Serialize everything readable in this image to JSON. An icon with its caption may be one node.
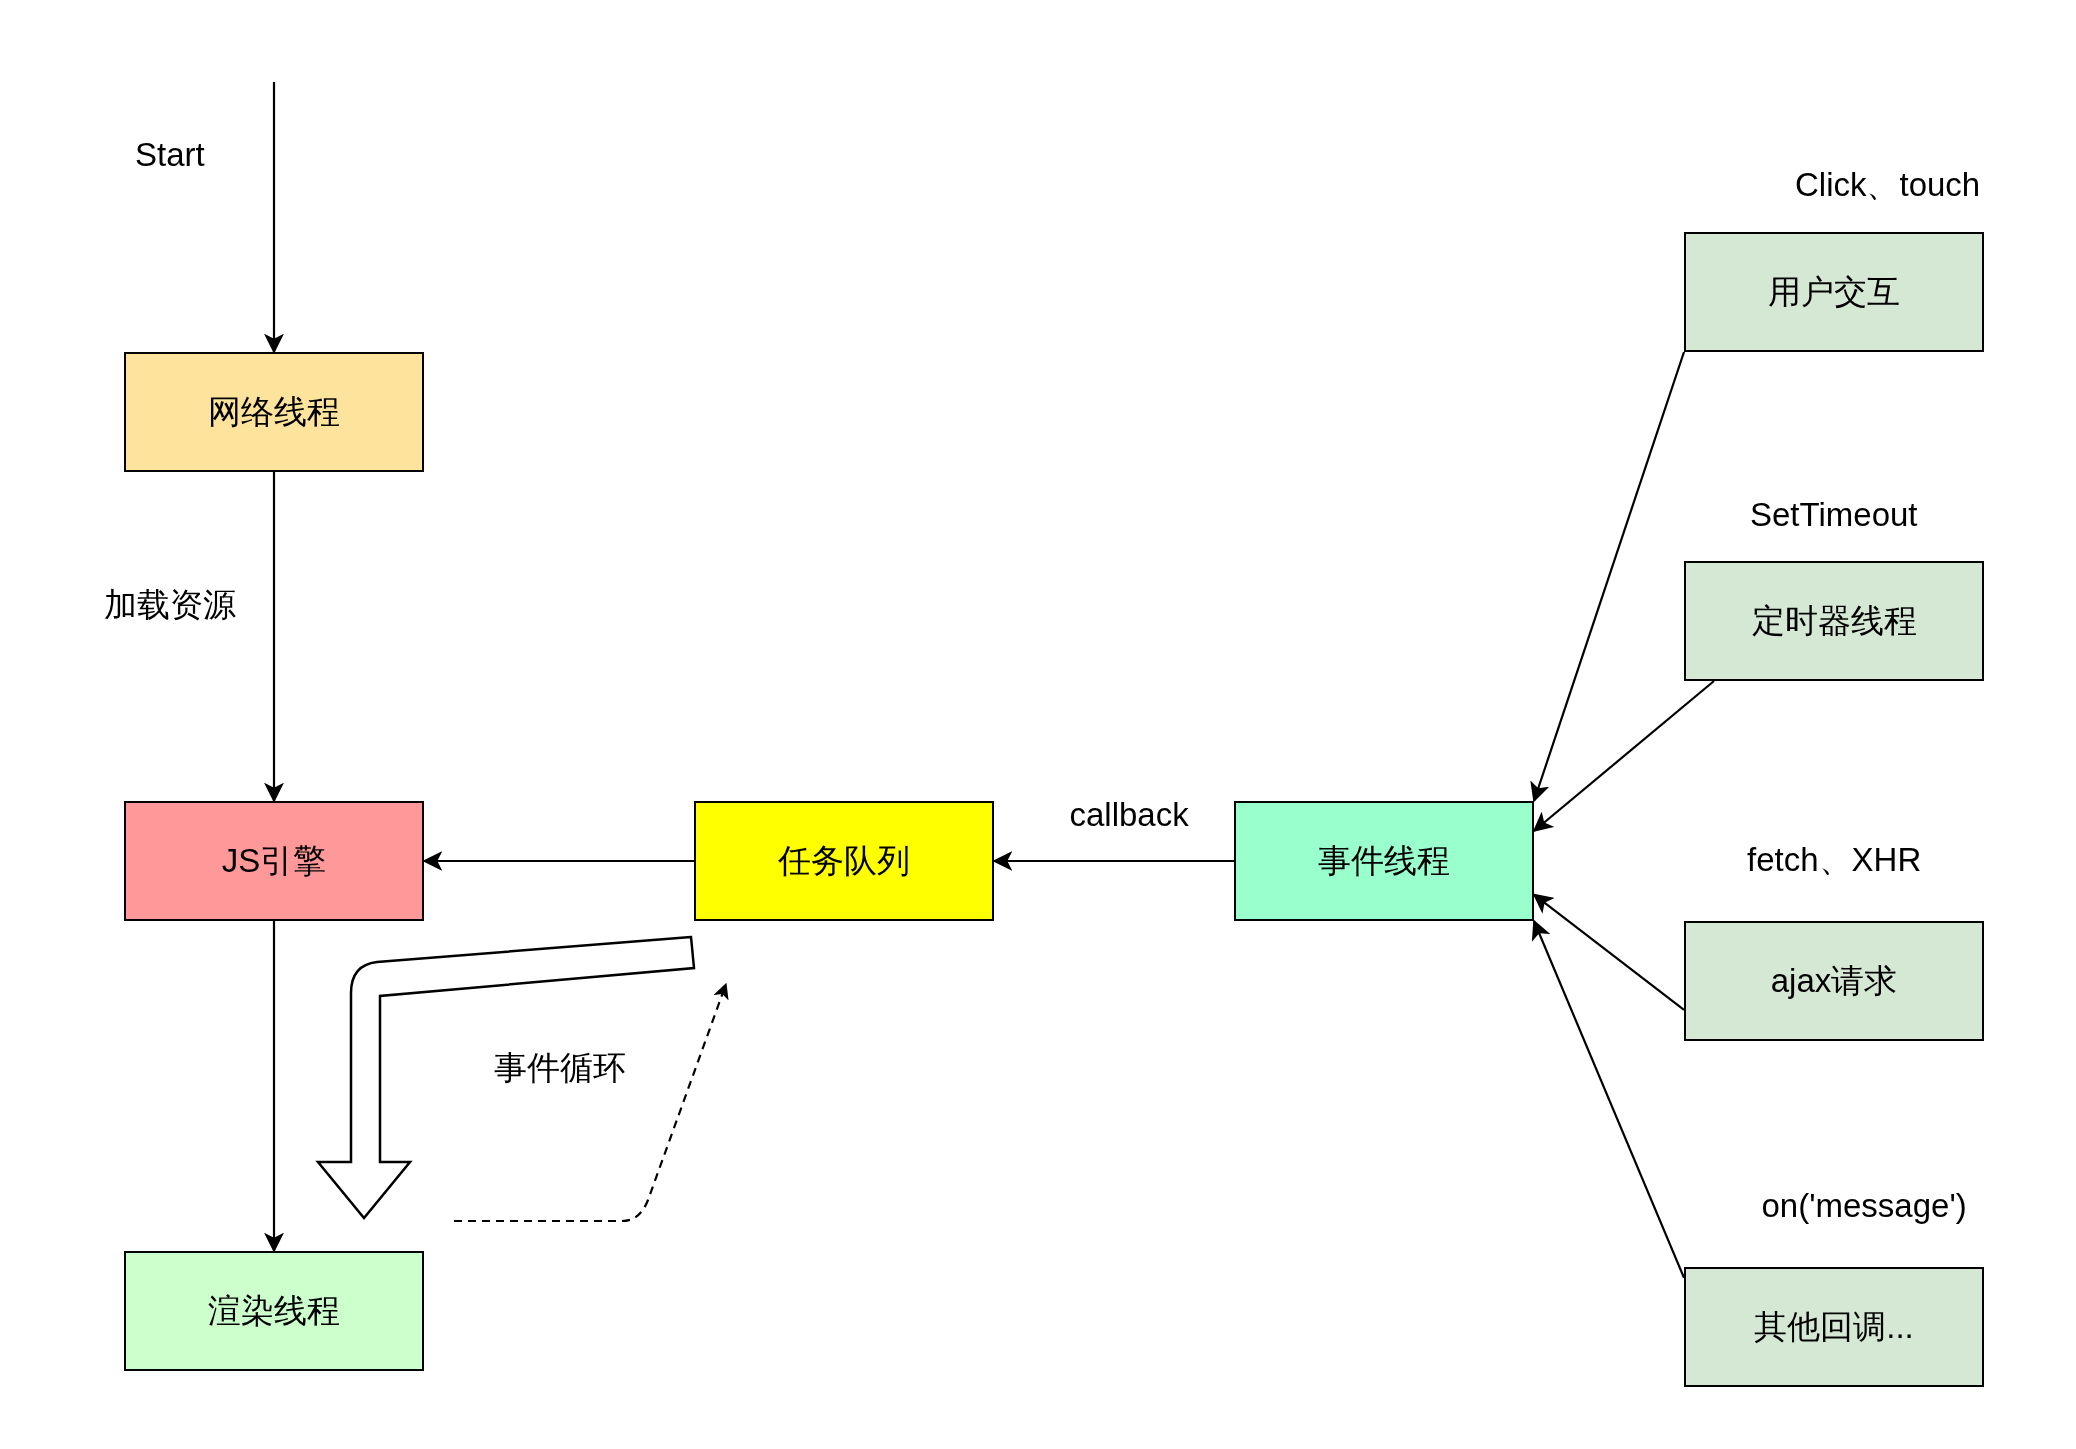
{
  "diagram": {
    "nodes": [
      {
        "text": [
          "网络线程"
        ]
      },
      {
        "text": [
          "JS引擎"
        ]
      },
      {
        "text": [
          "渲染线程"
        ]
      },
      {
        "text": [
          "任务队列"
        ]
      },
      {
        "text": [
          "事件线程"
        ]
      },
      {
        "text": [
          "用户交互"
        ],
        "beside": [
          "Click、touch"
        ]
      },
      {
        "text": [
          "定时器线程"
        ],
        "beside": [
          "SetTimeout"
        ]
      },
      {
        "text": [
          "ajax请求"
        ],
        "beside": [
          "fetch、XHR"
        ]
      },
      {
        "text": [
          "其他回调..."
        ],
        "beside": [
          "on('message')"
        ]
      }
    ],
    "edges": [
      {
        "from": null,
        "to": 0,
        "arrow": "to",
        "label": "Start"
      },
      {
        "from": 0,
        "to": 1,
        "arrow": "to",
        "label": "加载资源"
      },
      {
        "from": 1,
        "to": 2,
        "arrow": "to"
      },
      {
        "from": 3,
        "to": 1,
        "arrow": "to"
      },
      {
        "from": 4,
        "to": 3,
        "arrow": "to",
        "label": "callback"
      },
      {
        "from": 5,
        "to": 4,
        "arrow": "to"
      },
      {
        "from": 6,
        "to": 4,
        "arrow": "to"
      },
      {
        "from": 7,
        "to": 4,
        "arrow": "to"
      },
      {
        "from": 8,
        "to": 4,
        "arrow": "to"
      }
    ],
    "labels": [
      "事件循环"
    ]
  }
}
